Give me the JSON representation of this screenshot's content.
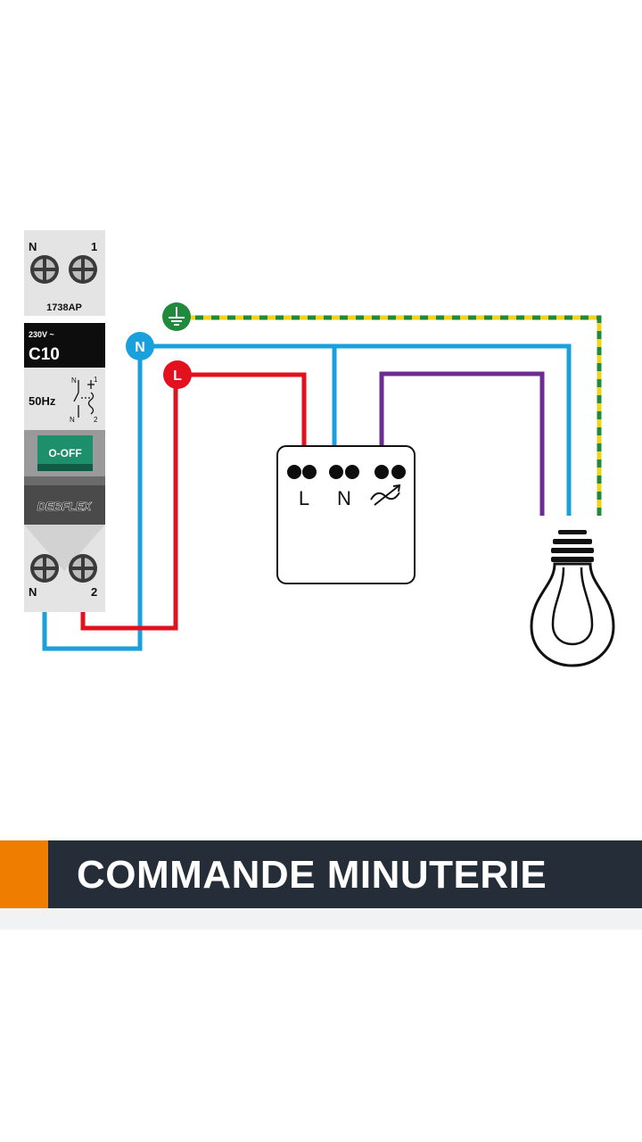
{
  "breaker": {
    "top_label_n": "N",
    "top_label_1": "1",
    "model": "1738AP",
    "voltage": "230V ~",
    "rating": "C10",
    "frequency": "50Hz",
    "schematic_n1": "N",
    "schematic_1": "1",
    "schematic_n2": "N",
    "schematic_2": "2",
    "switch_label": "O-OFF",
    "brand": "DEBFLEX",
    "bottom_label_n": "N",
    "bottom_label_2": "2"
  },
  "wires": {
    "neutral_badge": "N",
    "live_badge": "L"
  },
  "module": {
    "terminal_l": "L",
    "terminal_n": "N"
  },
  "colors": {
    "earth_green": "#1f8a3c",
    "earth_yellow": "#f2d21a",
    "neutral_blue": "#1aa0dd",
    "live_red": "#e3101e",
    "switched_purple": "#6d2c91",
    "banner_accent": "#ef7d00",
    "banner_bg": "#252e38"
  },
  "banner": {
    "title": "COMMANDE MINUTERIE"
  }
}
